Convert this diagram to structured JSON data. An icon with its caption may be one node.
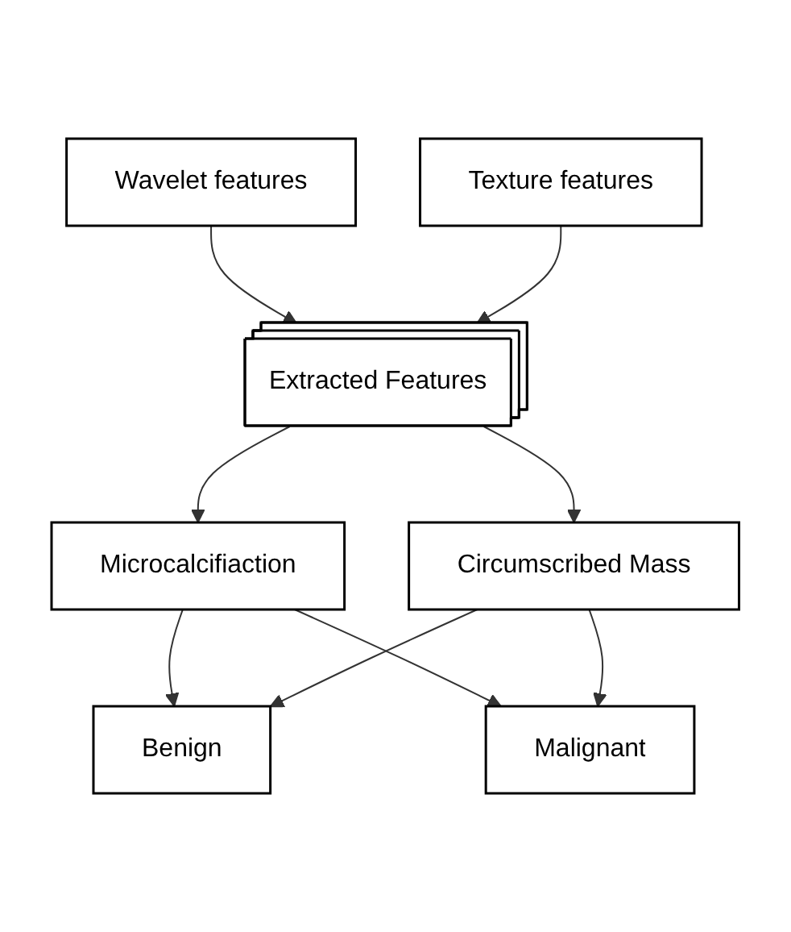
{
  "diagram": {
    "nodes": [
      {
        "text": [
          "Wavelet features"
        ]
      },
      {
        "text": [
          "Texture features"
        ]
      },
      {
        "text": [
          "Extracted Features"
        ]
      },
      {
        "text": [
          "Microcalcifiaction"
        ]
      },
      {
        "text": [
          "Circumscribed Mass"
        ]
      },
      {
        "text": [
          "Benign"
        ]
      },
      {
        "text": [
          "Malignant"
        ]
      }
    ],
    "edges": [
      {
        "from": 0,
        "to": 2,
        "arrow": "to"
      },
      {
        "from": 1,
        "to": 2,
        "arrow": "to"
      },
      {
        "from": 2,
        "to": 3,
        "arrow": "to"
      },
      {
        "from": 2,
        "to": 4,
        "arrow": "to"
      },
      {
        "from": 3,
        "to": 5,
        "arrow": "to"
      },
      {
        "from": 3,
        "to": 6,
        "arrow": "to"
      },
      {
        "from": 4,
        "to": 5,
        "arrow": "to"
      },
      {
        "from": 4,
        "to": 6,
        "arrow": "to"
      }
    ]
  }
}
